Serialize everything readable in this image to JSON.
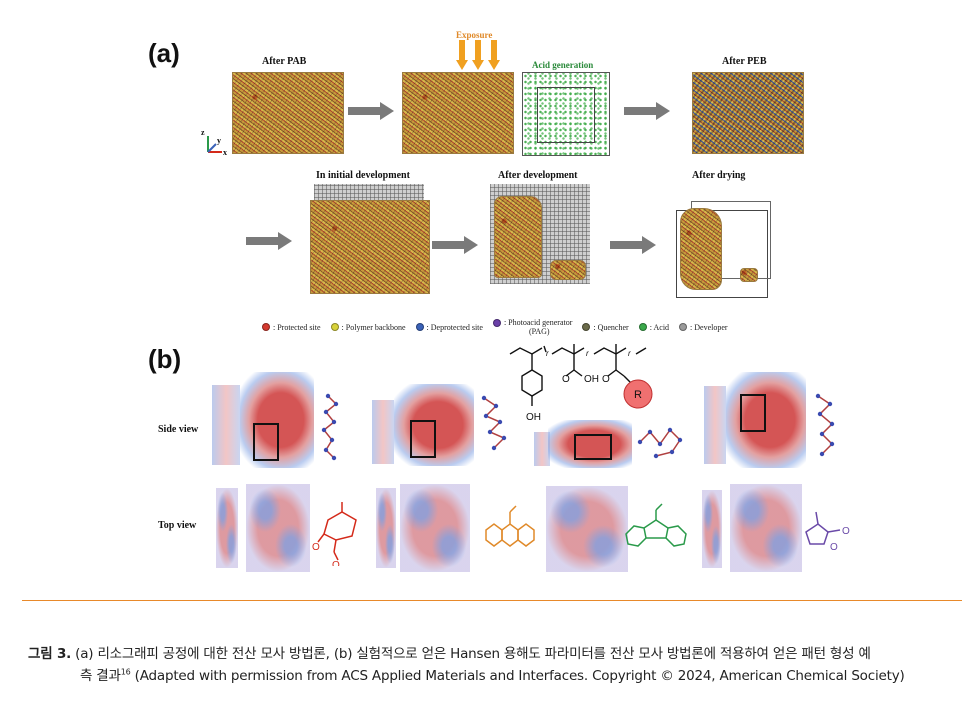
{
  "panel_a": {
    "letter": "(a)",
    "labels": {
      "after_pab": "After PAB",
      "exposure": "Exposure",
      "acid_generation": "Acid generation",
      "after_peb": "After PEB",
      "in_initial_development": "In initial development",
      "after_development": "After development",
      "after_drying": "After drying"
    },
    "axes": {
      "z": "z",
      "y": "y",
      "x": "x"
    },
    "legend": [
      {
        "label": ": Protected site",
        "color": "#d43a2f"
      },
      {
        "label": ": Polymer backbone",
        "color": "#d8d23a"
      },
      {
        "label": ": Deprotected site",
        "color": "#3a62b8"
      },
      {
        "label": ": Photoacid generator",
        "sublabel": "(PAG)",
        "color": "#6a3fa8"
      },
      {
        "label": ": Quencher",
        "color": "#6b6b4a"
      },
      {
        "label": ": Acid",
        "color": "#3aa84a"
      },
      {
        "label": ": Developer",
        "color": "#9a9a9a"
      }
    ]
  },
  "panel_b": {
    "letter": "(b)",
    "row_labels": {
      "side": "Side view",
      "top": "Top view"
    },
    "structure_atoms": {
      "oh_phenol": "OH",
      "cooh": "OH",
      "ester_o": "O",
      "r_group": "R",
      "repeat": "r"
    },
    "molecule_atoms": {
      "lactone_o": "O",
      "lactone_carbonyl": "O",
      "butyro_o": "O",
      "butyro_carbonyl": "O"
    },
    "colors": {
      "red": "#d42a1a",
      "orange": "#e08a2a",
      "green": "#2a9a4a",
      "purple": "#6a4aa8",
      "r_circle": "#f07070"
    }
  },
  "caption": {
    "line1_label": "그림 3.",
    "line1_text": " (a) 리소그래피 공정에 대한 전산 모사 방법론, (b) 실험적으로 얻은 Hansen 용해도 파라미터를 전산 모사 방법론에 적용하여 얻은 패턴 형성 예",
    "line2_text": "측 결과",
    "line2_ref": "16",
    "line2_rest": " (Adapted with permission from ACS Applied Materials and Interfaces. Copyright © 2024, American Chemical Society)",
    "rule_color": "#e8892a"
  }
}
